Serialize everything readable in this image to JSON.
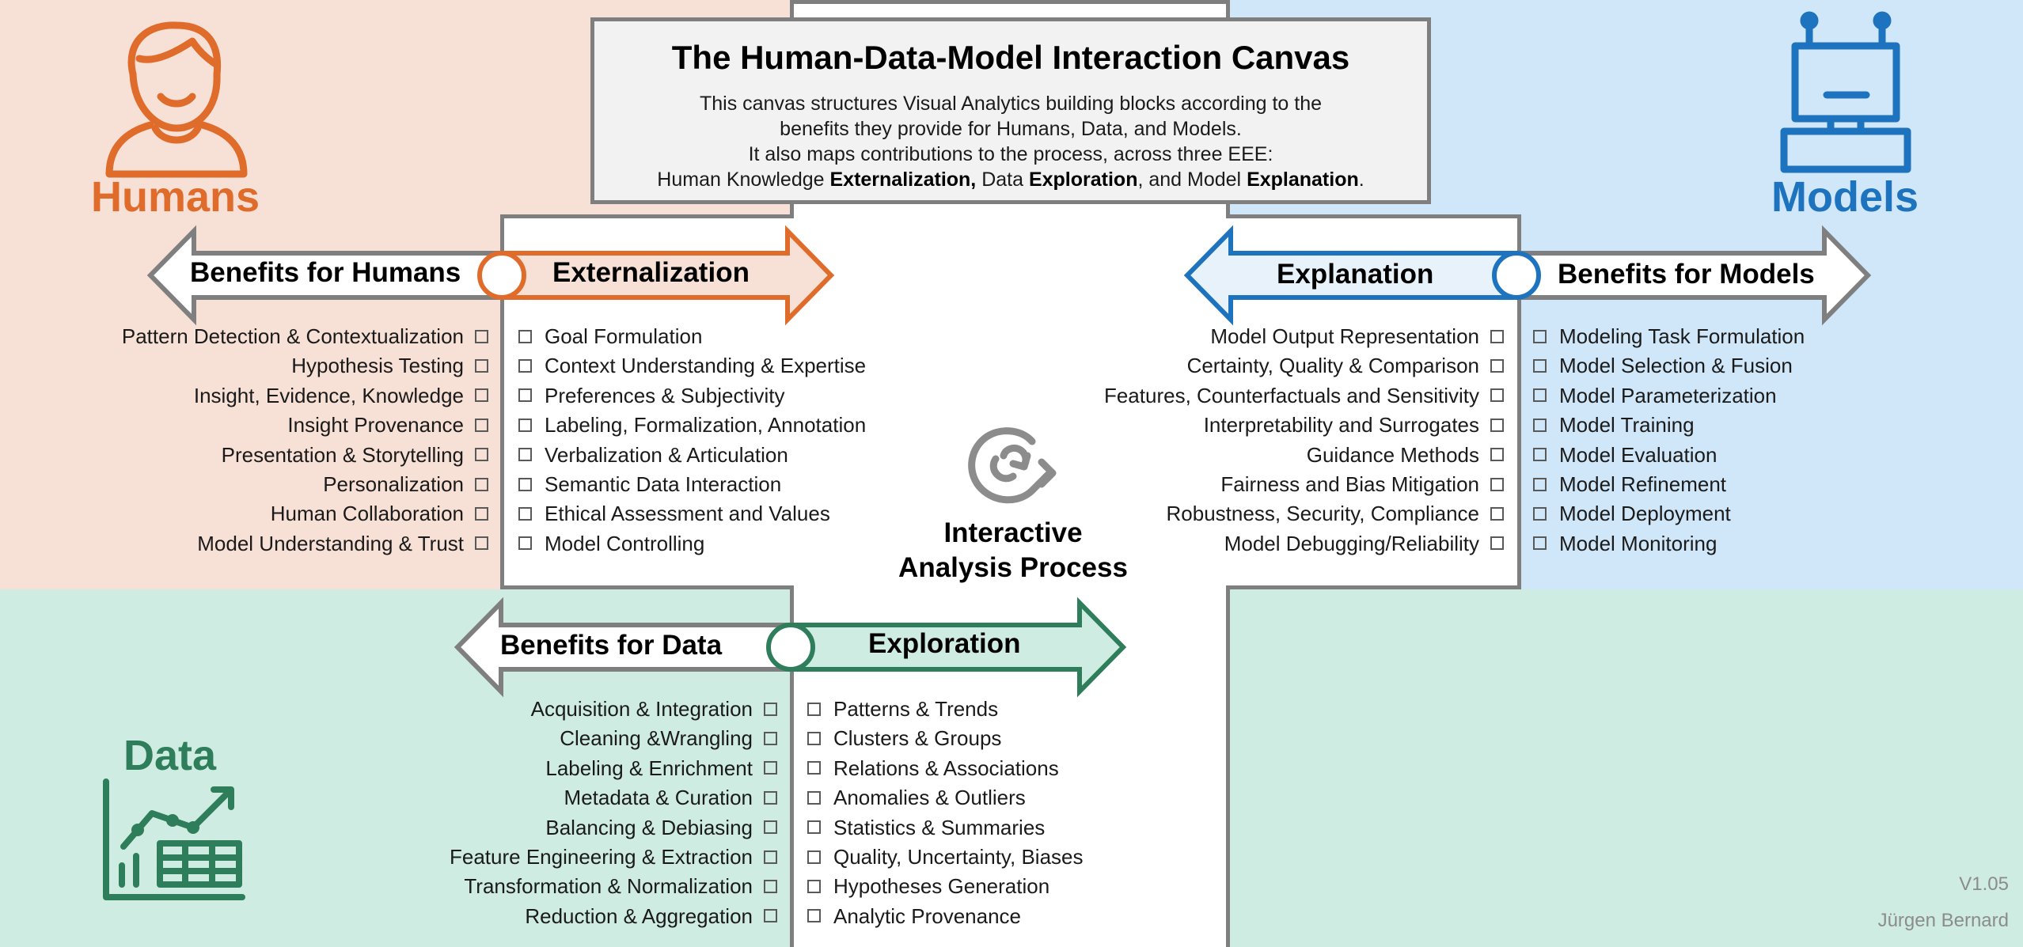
{
  "title": "The Human-Data-Model Interaction Canvas",
  "description": {
    "line1": "This canvas structures Visual Analytics building blocks according to the",
    "line2": "benefits they provide for Humans, Data, and Models.",
    "line3": "It also maps contributions to the process, across three EEE:",
    "line4_prefix": "Human Knowledge ",
    "line4_b1": "Externalization,",
    "line4_mid1": " Data ",
    "line4_b2": "Exploration",
    "line4_mid2": ", and Model ",
    "line4_b3": "Explanation",
    "line4_end": "."
  },
  "colors": {
    "humans": "#e06c2c",
    "humans_bg": "#f7e0d5",
    "models": "#1e73be",
    "models_bg": "#cfe7f8",
    "data": "#2e7d5b",
    "data_bg": "#cfece2",
    "grey": "#7f7f7f"
  },
  "icons": {
    "humans": "person-icon",
    "models": "robot-icon",
    "data": "chart-table-icon",
    "process": "refresh-cycle-icon"
  },
  "humans": {
    "label": "Humans",
    "benefits_label": "Benefits for Humans",
    "process_label": "Externalization",
    "benefits": [
      "Pattern Detection & Contextualization",
      "Hypothesis Testing",
      "Insight, Evidence, Knowledge",
      "Insight Provenance",
      "Presentation & Storytelling",
      "Personalization",
      "Human Collaboration",
      "Model Understanding & Trust"
    ],
    "process_items": [
      "Goal Formulation",
      "Context Understanding & Expertise",
      "Preferences & Subjectivity",
      "Labeling, Formalization, Annotation",
      "Verbalization & Articulation",
      "Semantic Data Interaction",
      "Ethical Assessment and Values",
      "Model Controlling"
    ]
  },
  "models": {
    "label": "Models",
    "benefits_label": "Benefits for Models",
    "process_label": "Explanation",
    "process_items": [
      "Model Output Representation",
      "Certainty, Quality & Comparison",
      "Features, Counterfactuals and Sensitivity",
      "Interpretability and Surrogates",
      "Guidance Methods",
      "Fairness and Bias Mitigation",
      "Robustness, Security, Compliance",
      "Model Debugging/Reliability"
    ],
    "benefits": [
      "Modeling Task Formulation",
      "Model Selection & Fusion",
      "Model Parameterization",
      "Model Training",
      "Model Evaluation",
      "Model Refinement",
      "Model Deployment",
      "Model Monitoring"
    ]
  },
  "data": {
    "label": "Data",
    "benefits_label": "Benefits for Data",
    "process_label": "Exploration",
    "benefits": [
      "Acquisition & Integration",
      "Cleaning &Wrangling",
      "Labeling & Enrichment",
      "Metadata & Curation",
      "Balancing & Debiasing",
      "Feature Engineering & Extraction",
      "Transformation & Normalization",
      "Reduction & Aggregation"
    ],
    "process_items": [
      "Patterns & Trends",
      "Clusters & Groups",
      "Relations & Associations",
      "Anomalies & Outliers",
      "Statistics & Summaries",
      "Quality, Uncertainty, Biases",
      "Hypotheses Generation",
      "Analytic Provenance"
    ]
  },
  "center": {
    "line1": "Interactive",
    "line2": "Analysis Process"
  },
  "footer": {
    "version": "V1.05",
    "author": "Jürgen Bernard"
  }
}
